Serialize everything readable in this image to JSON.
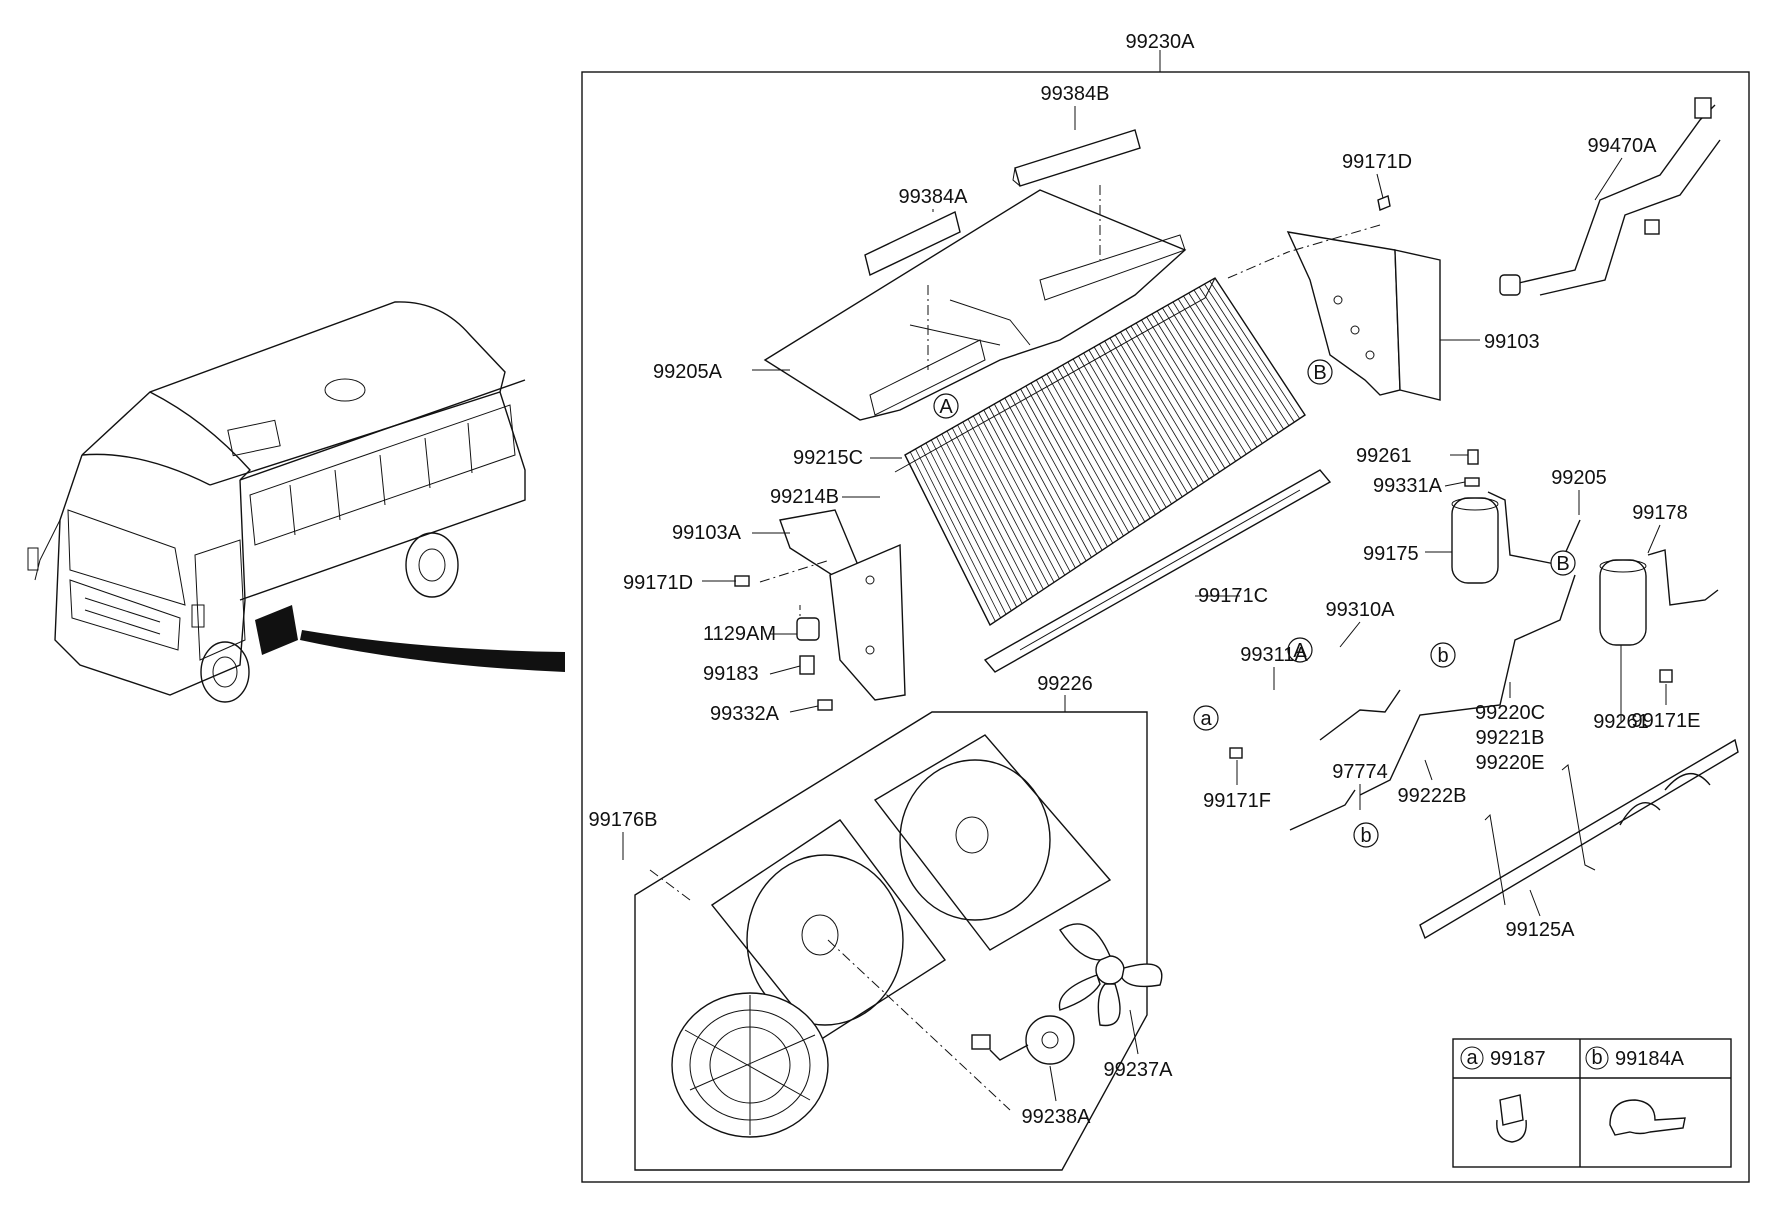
{
  "diagram": {
    "assembly_label": "99230A",
    "part_labels": [
      "99384B",
      "99384A",
      "99171D",
      "99470A",
      "99205A",
      "99103",
      "99215C",
      "99214B",
      "99103A",
      "99171D",
      "1129AM",
      "99183",
      "99332A",
      "99261",
      "99331A",
      "99205",
      "99175",
      "99178",
      "99171C",
      "99310A",
      "99311A",
      "99261",
      "99171E",
      "99226",
      "99220C",
      "99221B",
      "99220E",
      "97774",
      "99222B",
      "99171F",
      "99176B",
      "99125A",
      "99237A",
      "99238A"
    ],
    "callout_markers": [
      "A",
      "B",
      "A",
      "B",
      "a",
      "b",
      "b"
    ],
    "legend": {
      "items": [
        {
          "marker": "a",
          "part_number": "99187"
        },
        {
          "marker": "b",
          "part_number": "99184A"
        }
      ]
    }
  }
}
